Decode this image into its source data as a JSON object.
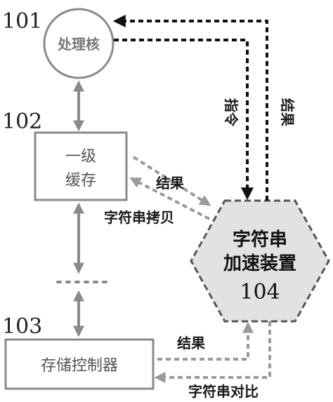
{
  "nodes": {
    "core": {
      "ref": "101",
      "label": "处理核"
    },
    "l1_cache": {
      "ref": "102",
      "line1": "一级",
      "line2": "缓存"
    },
    "mem_ctrl": {
      "ref": "103",
      "label": "存储控制器"
    },
    "accelerator": {
      "ref": "104",
      "line1": "字符串",
      "line2": "加速装置"
    }
  },
  "edges": {
    "instruction": "指令",
    "result_to_core": "结果",
    "result_to_cache": "结果",
    "string_copy": "字符串拷贝",
    "result_to_mem": "结果",
    "string_compare": "字符串对比"
  },
  "colors": {
    "solid_arrow": "#8a8a8a",
    "black_dashed": "#111111",
    "gray_dashed": "#9a9a9a",
    "hex_fill": "#e2e2e2"
  }
}
